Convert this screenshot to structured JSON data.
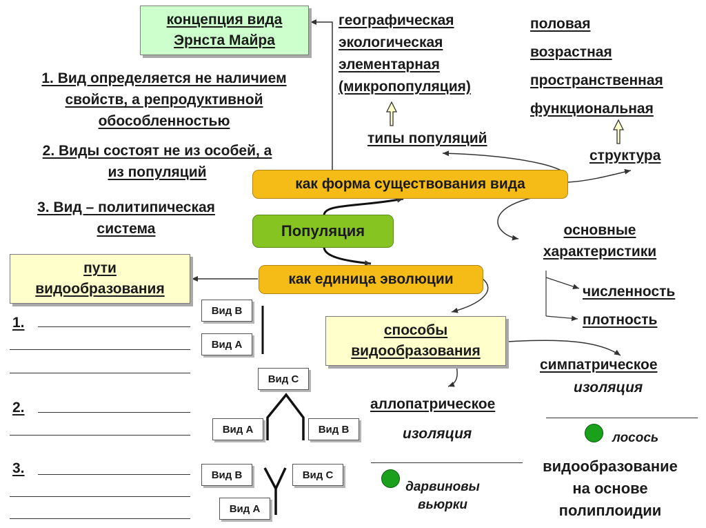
{
  "mayr": {
    "title": [
      "концепция вида",
      "Эрнста Майра"
    ],
    "points": [
      [
        "1. Вид определяется не наличием",
        "свойств, а репродуктивной",
        "обособленностью"
      ],
      [
        "2. Виды состоят не из особей, а",
        "из популяций"
      ],
      [
        "3. Вид – политипическая",
        "система"
      ]
    ]
  },
  "population": {
    "center": "Популяция",
    "form": "как форма существования вида",
    "unit": "как единица эволюции"
  },
  "types": {
    "label": "типы популяций",
    "items": [
      "географическая",
      "экологическая",
      "элементарная",
      "(микропопуляция)"
    ]
  },
  "structure": {
    "label": "структура",
    "items": [
      "половая",
      "возрастная",
      "пространственная",
      "функциональная"
    ]
  },
  "characteristics": {
    "label": [
      "основные",
      "характеристики"
    ],
    "items": [
      "численность",
      "плотность"
    ]
  },
  "paths": {
    "title": [
      "пути",
      "видообразования"
    ],
    "numbers": [
      "1.",
      "2.",
      "3."
    ]
  },
  "species": {
    "a": "Вид А",
    "b": "Вид В",
    "c": "Вид С"
  },
  "methods": {
    "title": [
      "способы",
      "видообразования"
    ],
    "allopatric": "аллопатрическое",
    "sympatric": "симпатрическое",
    "isolation": "изоляция",
    "example_allo": [
      "дарвиновы",
      "вьюрки"
    ],
    "example_sym": "лосось",
    "polyploidy": [
      "видообразование",
      "на основе",
      "полиплоидии"
    ]
  },
  "colors": {
    "orange": "#f5bb17",
    "green": "#86c422",
    "pale_green": "#ccffcc",
    "pale_yellow": "#ffffcc",
    "dot": "#1aa01a"
  }
}
